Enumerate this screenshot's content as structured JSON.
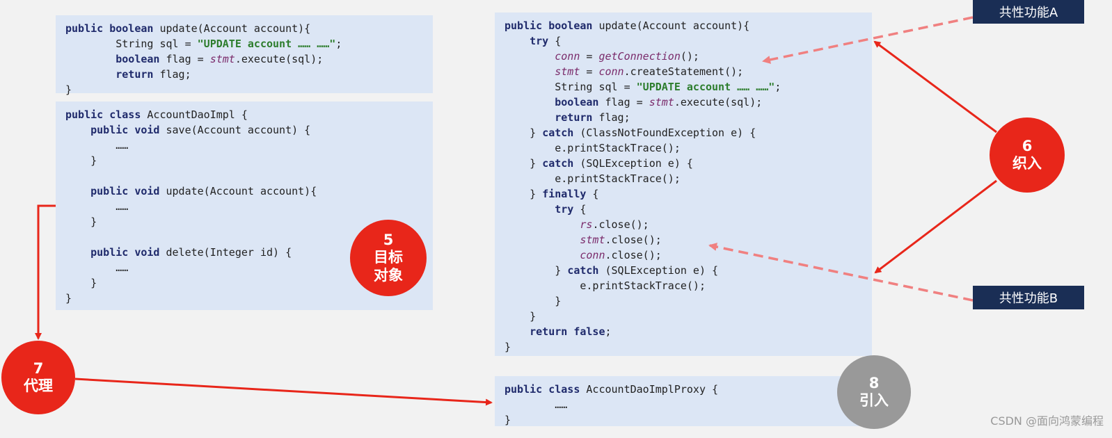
{
  "panels": {
    "top_left": [
      "public boolean update(Account account){",
      "        String sql = \"UPDATE account …… ……\";",
      "        boolean flag = stmt.execute(sql);",
      "        return flag;",
      "}"
    ],
    "target": [
      "public class AccountDaoImpl {",
      "    public void save(Account account) {",
      "        ……",
      "    }",
      "",
      "    public void update(Account account){",
      "        ……",
      "    }",
      "",
      "    public void delete(Integer id) {",
      "        ……",
      "    }",
      "}"
    ],
    "woven": [
      "public boolean update(Account account){",
      "    try {",
      "        conn = getConnection();",
      "        stmt = conn.createStatement();",
      "        String sql = \"UPDATE account …… ……\";",
      "        boolean flag = stmt.execute(sql);",
      "        return flag;",
      "    } catch (ClassNotFoundException e) {",
      "        e.printStackTrace();",
      "    } catch (SQLException e) {",
      "        e.printStackTrace();",
      "    } finally {",
      "        try {",
      "            rs.close();",
      "            stmt.close();",
      "            conn.close();",
      "        } catch (SQLException e) {",
      "            e.printStackTrace();",
      "        }",
      "    }",
      "    return false;",
      "}"
    ],
    "proxy": [
      "public class AccountDaoImplProxy {",
      "        ……",
      "}"
    ]
  },
  "circles": {
    "target": {
      "num": "5",
      "label1": "目标",
      "label2": "对象"
    },
    "weave": {
      "num": "6",
      "label": "织入"
    },
    "proxy": {
      "num": "7",
      "label": "代理"
    },
    "introduce": {
      "num": "8",
      "label": "引入"
    }
  },
  "tags": {
    "feature_a": "共性功能A",
    "feature_b": "共性功能B"
  },
  "watermark": "CSDN @面向鸿蒙编程",
  "colors": {
    "panel": "#dce6f5",
    "accent_red": "#e8261a",
    "dashed": "#f08080",
    "tag_bg": "#1a2e55",
    "gray_circle": "#999999"
  }
}
